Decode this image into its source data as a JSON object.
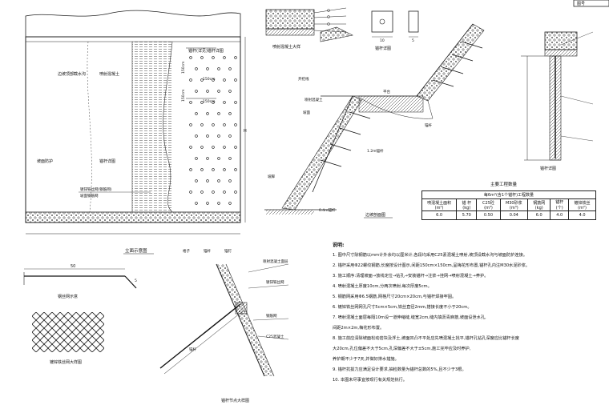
{
  "drawing": {
    "elevation_title": "立面示意图",
    "elevation_labels": [
      "边坡顶部截水沟",
      "喷射混凝土",
      "锚杆(详见)锚杆详图",
      "坡面防护",
      "锚杆详图",
      "镀锌铁丝网(钢筋网)",
      "坡面钢筋网"
    ],
    "elevation_legend": [
      "格子",
      "锚杆",
      "锚钉"
    ],
    "dim_tags": [
      "150cm",
      "150cm",
      "150cm",
      "150cm",
      "H"
    ],
    "top_caption": "喷射混凝土大样",
    "pile_caption": "锚杆详图",
    "slope_caption": "边坡剖面图",
    "slope_labels": [
      "开挖线",
      "喷射混凝土",
      "坡面",
      "平台",
      "锚杆",
      "1.2m锚杆",
      "坡脚",
      "0.4m锚杆"
    ],
    "anchor_caption": "锚杆详图",
    "wire_detail_caption": "钢丝网示意",
    "mesh_caption": "镀锌铁丝网大样图",
    "joint_caption": "锚杆节点大样图",
    "joint_labels": [
      "喷射混凝土面层",
      "锚杆",
      "镀锌铁丝网",
      "钢筋网",
      "C25混凝土"
    ],
    "dims": {
      "wire_len": "50",
      "wire_end": "5",
      "square_a": "10",
      "square_b": "5"
    }
  },
  "quantities": {
    "caption": "主要工程数量",
    "subtitle": "每6m²(含1个锚杆)工程数量",
    "headers": [
      "喷混凝土面积 (m²)",
      "锚 杆 (kg)",
      "C25砼 (m³)",
      "M30砂浆 (m³)",
      "钢筋网 (kg)",
      "锚杆 (个)",
      "镀锌铁丝 (m²)"
    ],
    "row": [
      "6.0",
      "5.70",
      "0.50",
      "0.04",
      "6.0",
      "4.0",
      "4.0"
    ]
  },
  "notes": {
    "heading": "说明:",
    "items": [
      "1. 图中尺寸除钢筋以mm计外余均以厘米计,各段均采用C25素混凝土喷射,坡顶设截水沟与坡面防护连接。",
      "2. 锚杆采用Φ22螺纹钢筋,长度按设计图示,间距150cm×150cm,呈梅花形布置,锚杆孔内注M30水泥砂浆。",
      "3. 施工顺序:清理坡面→放线定位→钻孔→安装锚杆→注浆→挂网→喷射混凝土→养护。",
      "4. 喷射混凝土厚度10cm,分两次喷射,每次厚度5cm。",
      "5. 钢筋网采用Φ6.5钢筋,网格尺寸20cm×20cm,与锚杆焊接牢固。",
      "6. 镀锌铁丝网网孔尺寸5cm×5cm,铁丝直径2mm,搭接长度不小于20cm。",
      "7. 喷射混凝土面层每隔10m设一道伸缩缝,缝宽2cm,缝内填沥青麻筋,坡面设泄水孔,",
      "   间距2m×2m,梅花形布置。",
      "8. 施工前应清除坡面松动岩块及浮土,坡面凹凸不平处应先喷混凝土找平,锚杆孔钻孔深度应比锚杆长度",
      "   大20cm,孔位偏差不大于5cm,孔深偏差不大于±5cm,施工完毕应及时养护,",
      "   养护期不少于7天,并做好排水措施。",
      "9. 锚杆抗拔力应满足设计要求,抽检数量为锚杆总数的5%,且不少于3根。",
      "10. 本图未尽事宜按现行有关规范执行。"
    ]
  },
  "corner_tag": "图号"
}
